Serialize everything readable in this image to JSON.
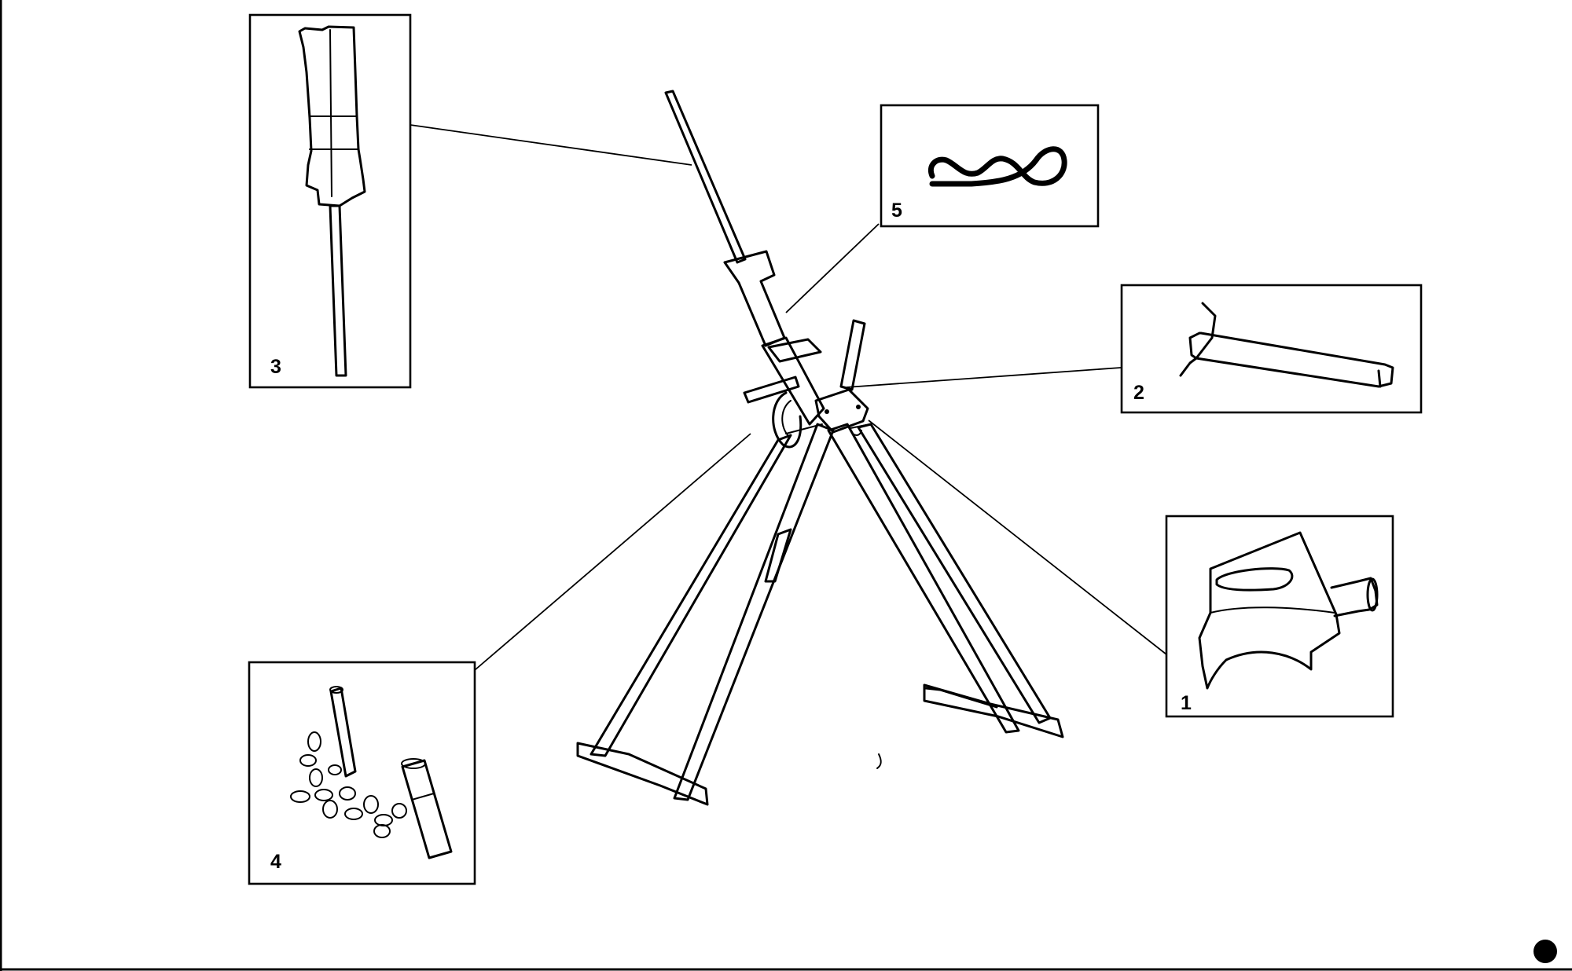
{
  "diagram": {
    "parts": [
      {
        "id": "part-1",
        "number": "1"
      },
      {
        "id": "part-2",
        "number": "2"
      },
      {
        "id": "part-3",
        "number": "3"
      },
      {
        "id": "part-4",
        "number": "4"
      },
      {
        "id": "part-5",
        "number": "5"
      }
    ]
  },
  "colors": {
    "ink": "#000000",
    "background": "#ffffff"
  }
}
